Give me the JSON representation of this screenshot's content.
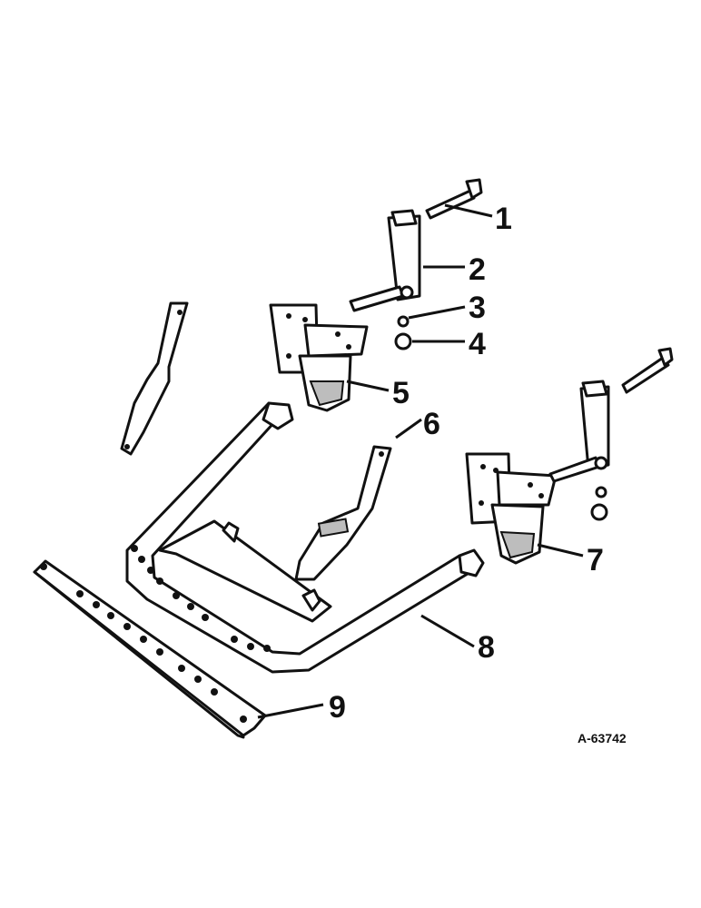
{
  "callouts": [
    "1",
    "2",
    "3",
    "4",
    "5",
    "6",
    "7",
    "8",
    "9"
  ],
  "figure_id": "A-63742"
}
